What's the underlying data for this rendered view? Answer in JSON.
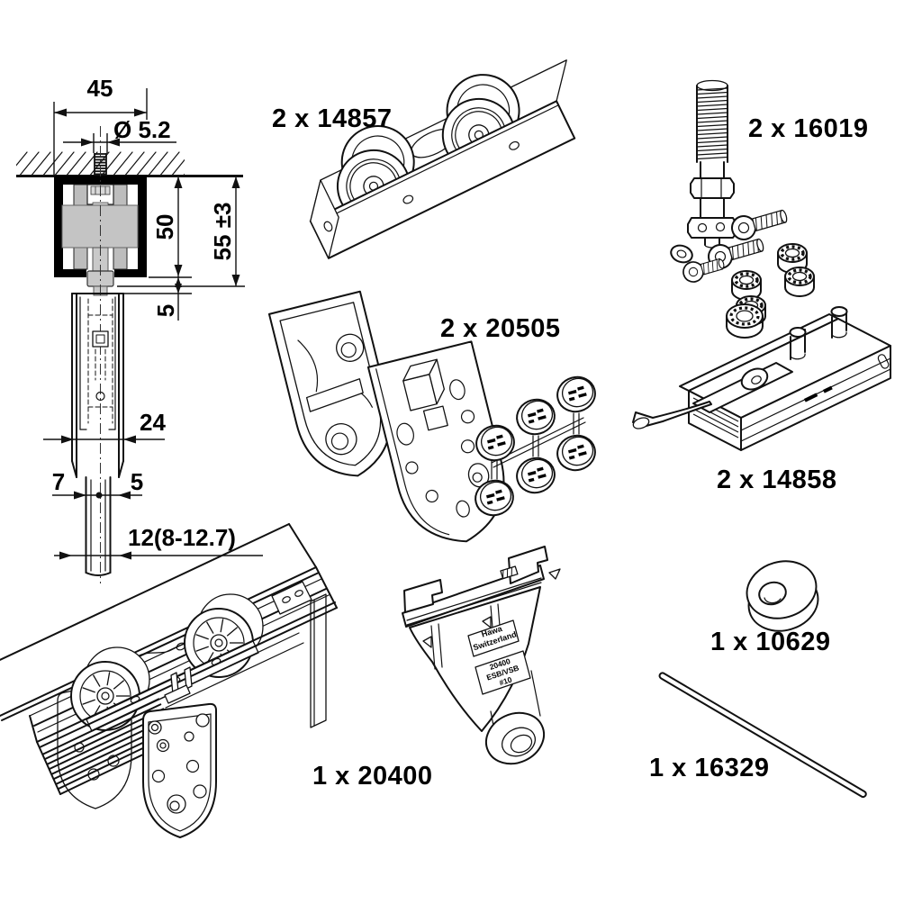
{
  "drawing": {
    "colors": {
      "line": "#111111",
      "profile_black": "#000000",
      "roller_gray": "#c4c4c4",
      "glide_gray": "#bdbdbd",
      "fixture_gray": "#cdcdcd"
    },
    "cross_section": {
      "dim_width": "45",
      "dim_hole": "Ø 5.2",
      "dim_profile_height": "50",
      "dim_total_height": "55 ±3",
      "dim_clearance": "5",
      "dim_plate_width": "24",
      "dim_offset_left": "7",
      "dim_offset_right": "5",
      "dim_door_thickness": "12(8-12.7)"
    },
    "parts": [
      {
        "id": "top-roller",
        "label": "2 x 14857"
      },
      {
        "id": "suspension-bolt-set",
        "label": "2 x 16019"
      },
      {
        "id": "cover-set",
        "label": "2 x 20505"
      },
      {
        "id": "clamp",
        "label": "2 x 14858"
      },
      {
        "id": "guide-bracket",
        "label": "1 x 20400"
      },
      {
        "id": "spacer",
        "label": "1 x 10629"
      },
      {
        "id": "rod",
        "label": "1 x 16329"
      }
    ],
    "bracket_label": {
      "brand_line1": "Hawa",
      "brand_line2": "Switzerland",
      "spec_line1": "20400",
      "spec_line2": "ESB/VSB",
      "spec_line3": "#10"
    }
  }
}
